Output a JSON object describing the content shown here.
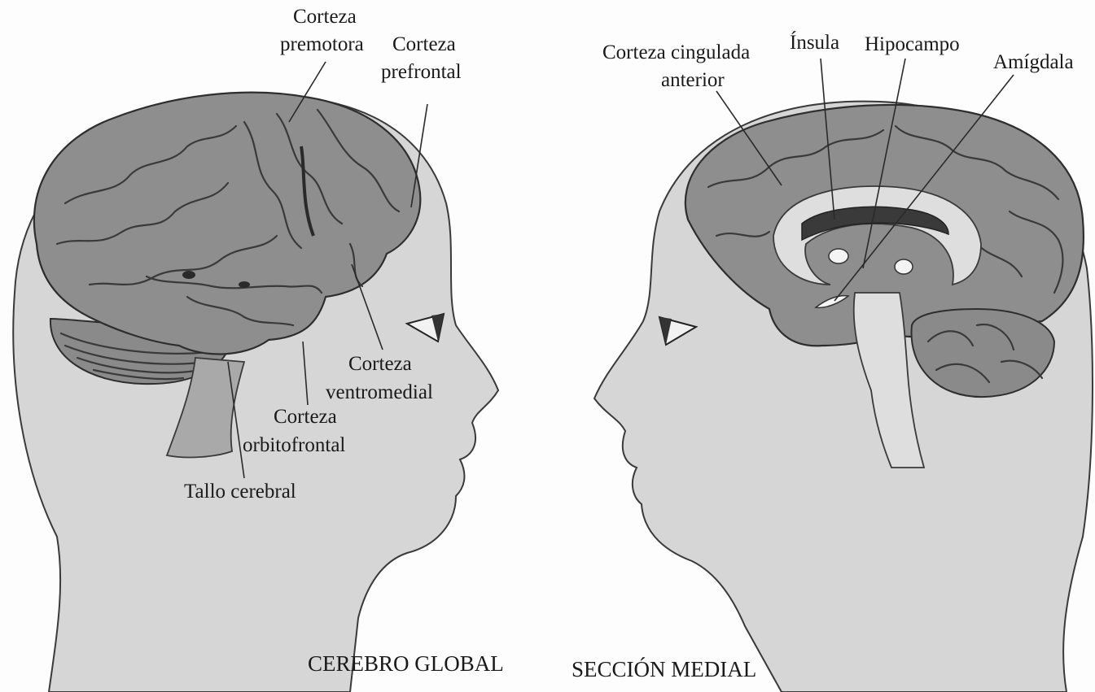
{
  "left_panel": {
    "caption": "CEREBRO GLOBAL",
    "labels": {
      "premotora": [
        "Corteza",
        "premotora"
      ],
      "prefrontal": [
        "Corteza",
        "prefrontal"
      ],
      "ventromedial": [
        "Corteza",
        "ventromedial"
      ],
      "orbitofrontal": [
        "Corteza",
        "orbitofrontal"
      ],
      "tallo": "Tallo cerebral"
    }
  },
  "right_panel": {
    "caption": "SECCIÓN MEDIAL",
    "labels": {
      "cingulada": [
        "Corteza cingulada",
        "anterior"
      ],
      "insula": "Ínsula",
      "hipocampo": "Hipocampo",
      "amigdala": "Amígdala"
    }
  }
}
